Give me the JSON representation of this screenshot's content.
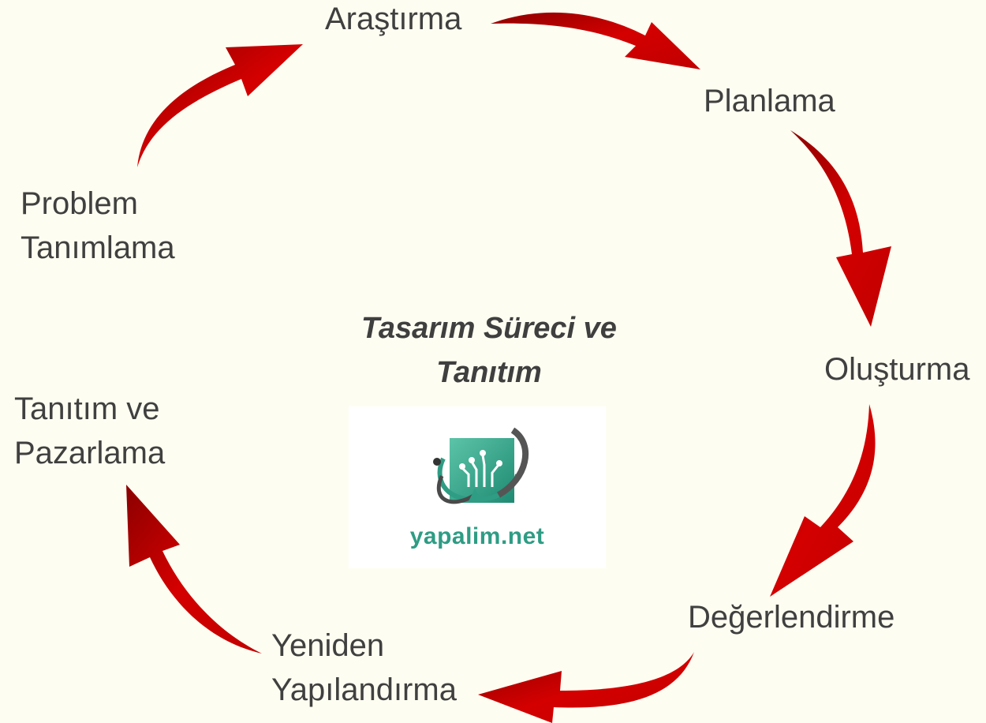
{
  "diagram": {
    "title": [
      "Tasarım Süreci ve",
      "Tanıtım"
    ],
    "steps": [
      {
        "id": "arastirma",
        "lines": [
          "Araştırma"
        ]
      },
      {
        "id": "planlama",
        "lines": [
          "Planlama"
        ]
      },
      {
        "id": "olusturma",
        "lines": [
          "Oluşturma"
        ]
      },
      {
        "id": "degerlendirme",
        "lines": [
          "Değerlendirme"
        ]
      },
      {
        "id": "yeniden-yapilandirma",
        "lines": [
          "Yeniden",
          "Yapılandırma"
        ]
      },
      {
        "id": "tanitim-ve-pazarlama",
        "lines": [
          "Tanıtım ve",
          "Pazarlama"
        ]
      },
      {
        "id": "problem-tanimlama",
        "lines": [
          "Problem",
          "Tanımlama"
        ]
      }
    ],
    "arrow_color": "#c00000",
    "logo": {
      "text": "yapalim.net",
      "color": "#2f9c84"
    }
  }
}
